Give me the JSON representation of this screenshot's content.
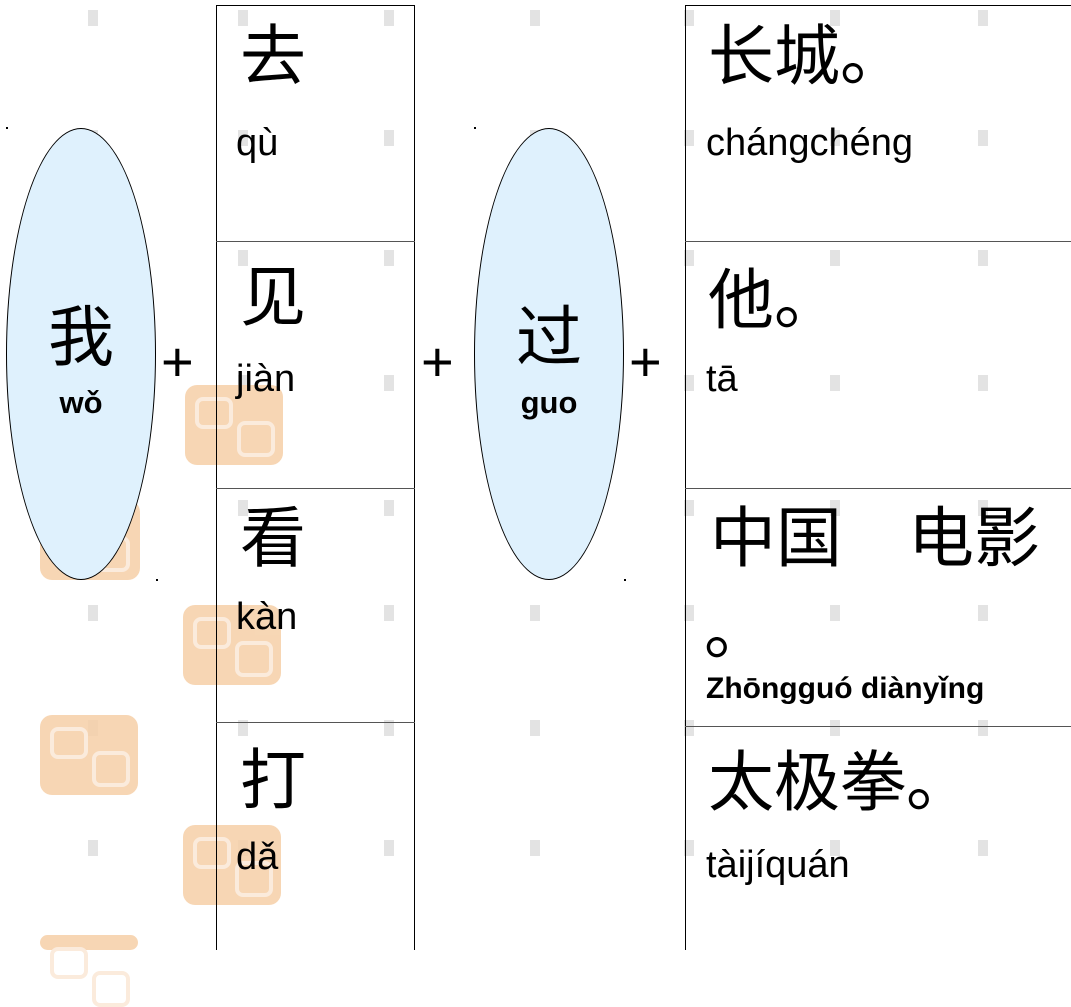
{
  "left_ellipse": {
    "character": "我",
    "pinyin": "wǒ"
  },
  "middle_ellipse": {
    "character": "过",
    "pinyin": "guo"
  },
  "plus_signs": [
    "+",
    "+",
    "+"
  ],
  "verbs": [
    {
      "character": "去",
      "pinyin": "qù"
    },
    {
      "character": "见",
      "pinyin": "jiàn"
    },
    {
      "character": "看",
      "pinyin": "kàn"
    },
    {
      "character": "打",
      "pinyin": "dǎ"
    }
  ],
  "objects": [
    {
      "character": "长城。",
      "pinyin": "chángchéng"
    },
    {
      "character": "他。",
      "pinyin": "tā"
    },
    {
      "character": "中国　电影",
      "character_wrap": "。",
      "pinyin": "Zhōngguó diànyǐng"
    },
    {
      "character": "太极拳。",
      "pinyin": "tàijíquán"
    }
  ],
  "colors": {
    "ellipse_fill": "#dff1fd",
    "stamp": "#f6d0a8",
    "background_dash": "#e3e3e3"
  }
}
